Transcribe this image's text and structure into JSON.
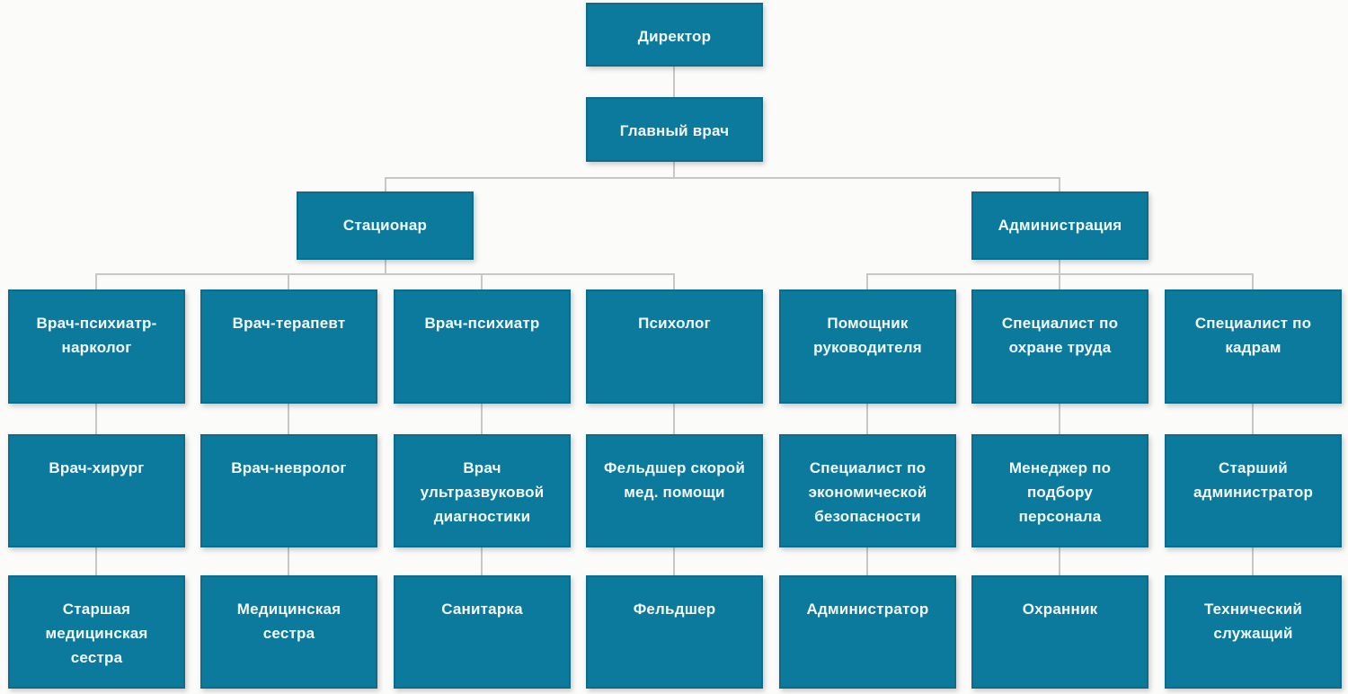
{
  "diagram": {
    "type": "org-chart",
    "language": "ru",
    "colors": {
      "node_fill": "#0b7a9c",
      "node_border": "#0d6c89",
      "node_text": "#f4fbfe",
      "connector": "#c6c7c6",
      "background": "#fbfbfa"
    },
    "root": {
      "label": "Директор"
    },
    "chief": {
      "label": "Главный врач"
    },
    "branches": [
      {
        "label": "Стационар"
      },
      {
        "label": "Администрация"
      }
    ],
    "columns": [
      {
        "branch": "Стационар",
        "head": "Врач-психиатр-\nнарколог",
        "middle": "Врач-хирург",
        "bottom": "Старшая\nмедицинская\nсестра"
      },
      {
        "branch": "Стационар",
        "head": "Врач-терапевт",
        "middle": "Врач-невролог",
        "bottom": "Медицинская\nсестра"
      },
      {
        "branch": "Стационар",
        "head": "Врач-психиатр",
        "middle": "Врач\nультразвуковой\nдиагностики",
        "bottom": "Санитарка"
      },
      {
        "branch": "Стационар",
        "head": "Психолог",
        "middle": "Фельдшер скорой\nмед. помощи",
        "bottom": "Фельдшер"
      },
      {
        "branch": "Администрация",
        "head": "Помощник\nруководителя",
        "middle": "Специалист по\nэкономической\nбезопасности",
        "bottom": "Администратор"
      },
      {
        "branch": "Администрация",
        "head": "Специалист по\nохране труда",
        "middle": "Менеджер по\nподбору\nперсонала",
        "bottom": "Охранник"
      },
      {
        "branch": "Администрация",
        "head": "Специалист по\nкадрам",
        "middle": "Старший\nадминистратор",
        "bottom": "Технический\nслужащий"
      }
    ]
  }
}
